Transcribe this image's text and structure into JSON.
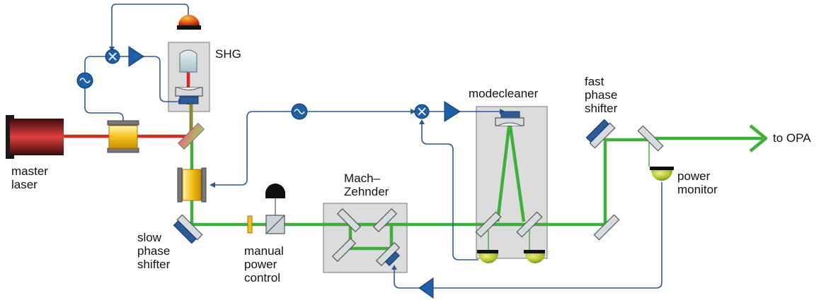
{
  "labels": {
    "shg": "SHG",
    "modecleaner": "modecleaner",
    "fast_phase_shifter": "fast\nphase\nshifter",
    "to_opa": "to OPA",
    "master_laser": "master\nlaser",
    "mach_zehnder": "Mach–\nZehnder",
    "power_monitor": "power\nmonitor",
    "slow_phase_shifter": "slow\nphase\nshifter",
    "manual_power_control": "manual\npower\ncontrol"
  },
  "colors": {
    "red_beam": "#d32b22",
    "green_beam": "#3fae3a",
    "control_line": "#2b5a92",
    "amplifier": "#1f5fa8",
    "box_fill": "#dcdcdc",
    "box_stroke": "#8a8a8a",
    "piezo": "#2a5d97",
    "crystal": "#f0c020",
    "mirror_face": "#d6dbe0"
  }
}
